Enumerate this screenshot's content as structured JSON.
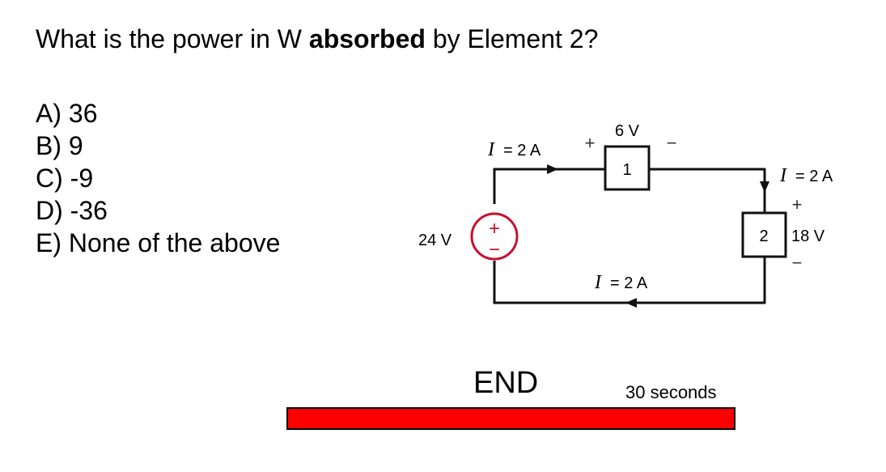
{
  "question": {
    "prefix": "What is the power in W ",
    "emphasis": "absorbed",
    "suffix": " by Element 2?"
  },
  "choices": [
    {
      "label": "A) 36"
    },
    {
      "label": "B) 9"
    },
    {
      "label": "C) -9"
    },
    {
      "label": "D) -36"
    },
    {
      "label": "E) None of the above"
    }
  ],
  "circuit": {
    "source": {
      "label": "24 V",
      "plus": "+",
      "minus": "−",
      "color": "#c8102e"
    },
    "element1": {
      "id": "1",
      "voltage": "6 V",
      "plus": "+",
      "minus": "−"
    },
    "element2": {
      "id": "2",
      "voltage": "18 V",
      "plus": "+",
      "minus": "−"
    },
    "current_top": {
      "symbol": "I",
      "value": "= 2 A"
    },
    "current_right": {
      "symbol": "I",
      "value": "= 2 A"
    },
    "current_bottom": {
      "symbol": "I",
      "value": "= 2 A"
    }
  },
  "footer": {
    "end_label": "END",
    "timer_label": "30 seconds",
    "timer_fraction": 1.0,
    "timer_color": "#ff0000"
  }
}
